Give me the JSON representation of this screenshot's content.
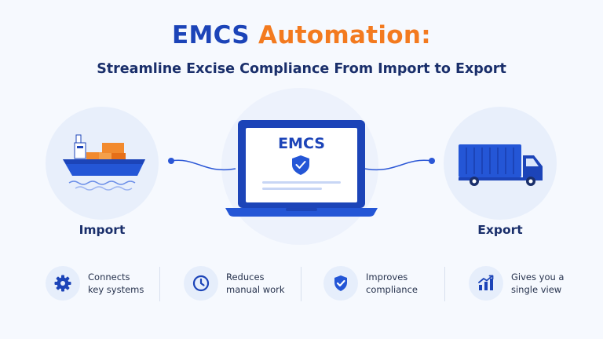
{
  "header": {
    "title_part1": "EMCS",
    "title_part2": "Automation:",
    "subtitle": "Streamline Excise Compliance From Import to Export"
  },
  "center": {
    "screen_label": "EMCS",
    "icon": "shield-check-icon"
  },
  "left": {
    "label": "Import",
    "icon": "cargo-ship-icon"
  },
  "right": {
    "label": "Export",
    "icon": "truck-icon"
  },
  "features": [
    {
      "icon": "gear-icon",
      "line1": "Connects",
      "line2": "key systems"
    },
    {
      "icon": "clock-icon",
      "line1": "Reduces",
      "line2": "manual work"
    },
    {
      "icon": "shield-check-icon",
      "line1": "Improves",
      "line2": "compliance"
    },
    {
      "icon": "bar-chart-icon",
      "line1": "Gives you a",
      "line2": "single view"
    }
  ],
  "colors": {
    "primary_blue": "#1c44b8",
    "accent_orange": "#f37a1f",
    "dark_navy": "#1a2f6b",
    "background": "#f6f9fe"
  }
}
